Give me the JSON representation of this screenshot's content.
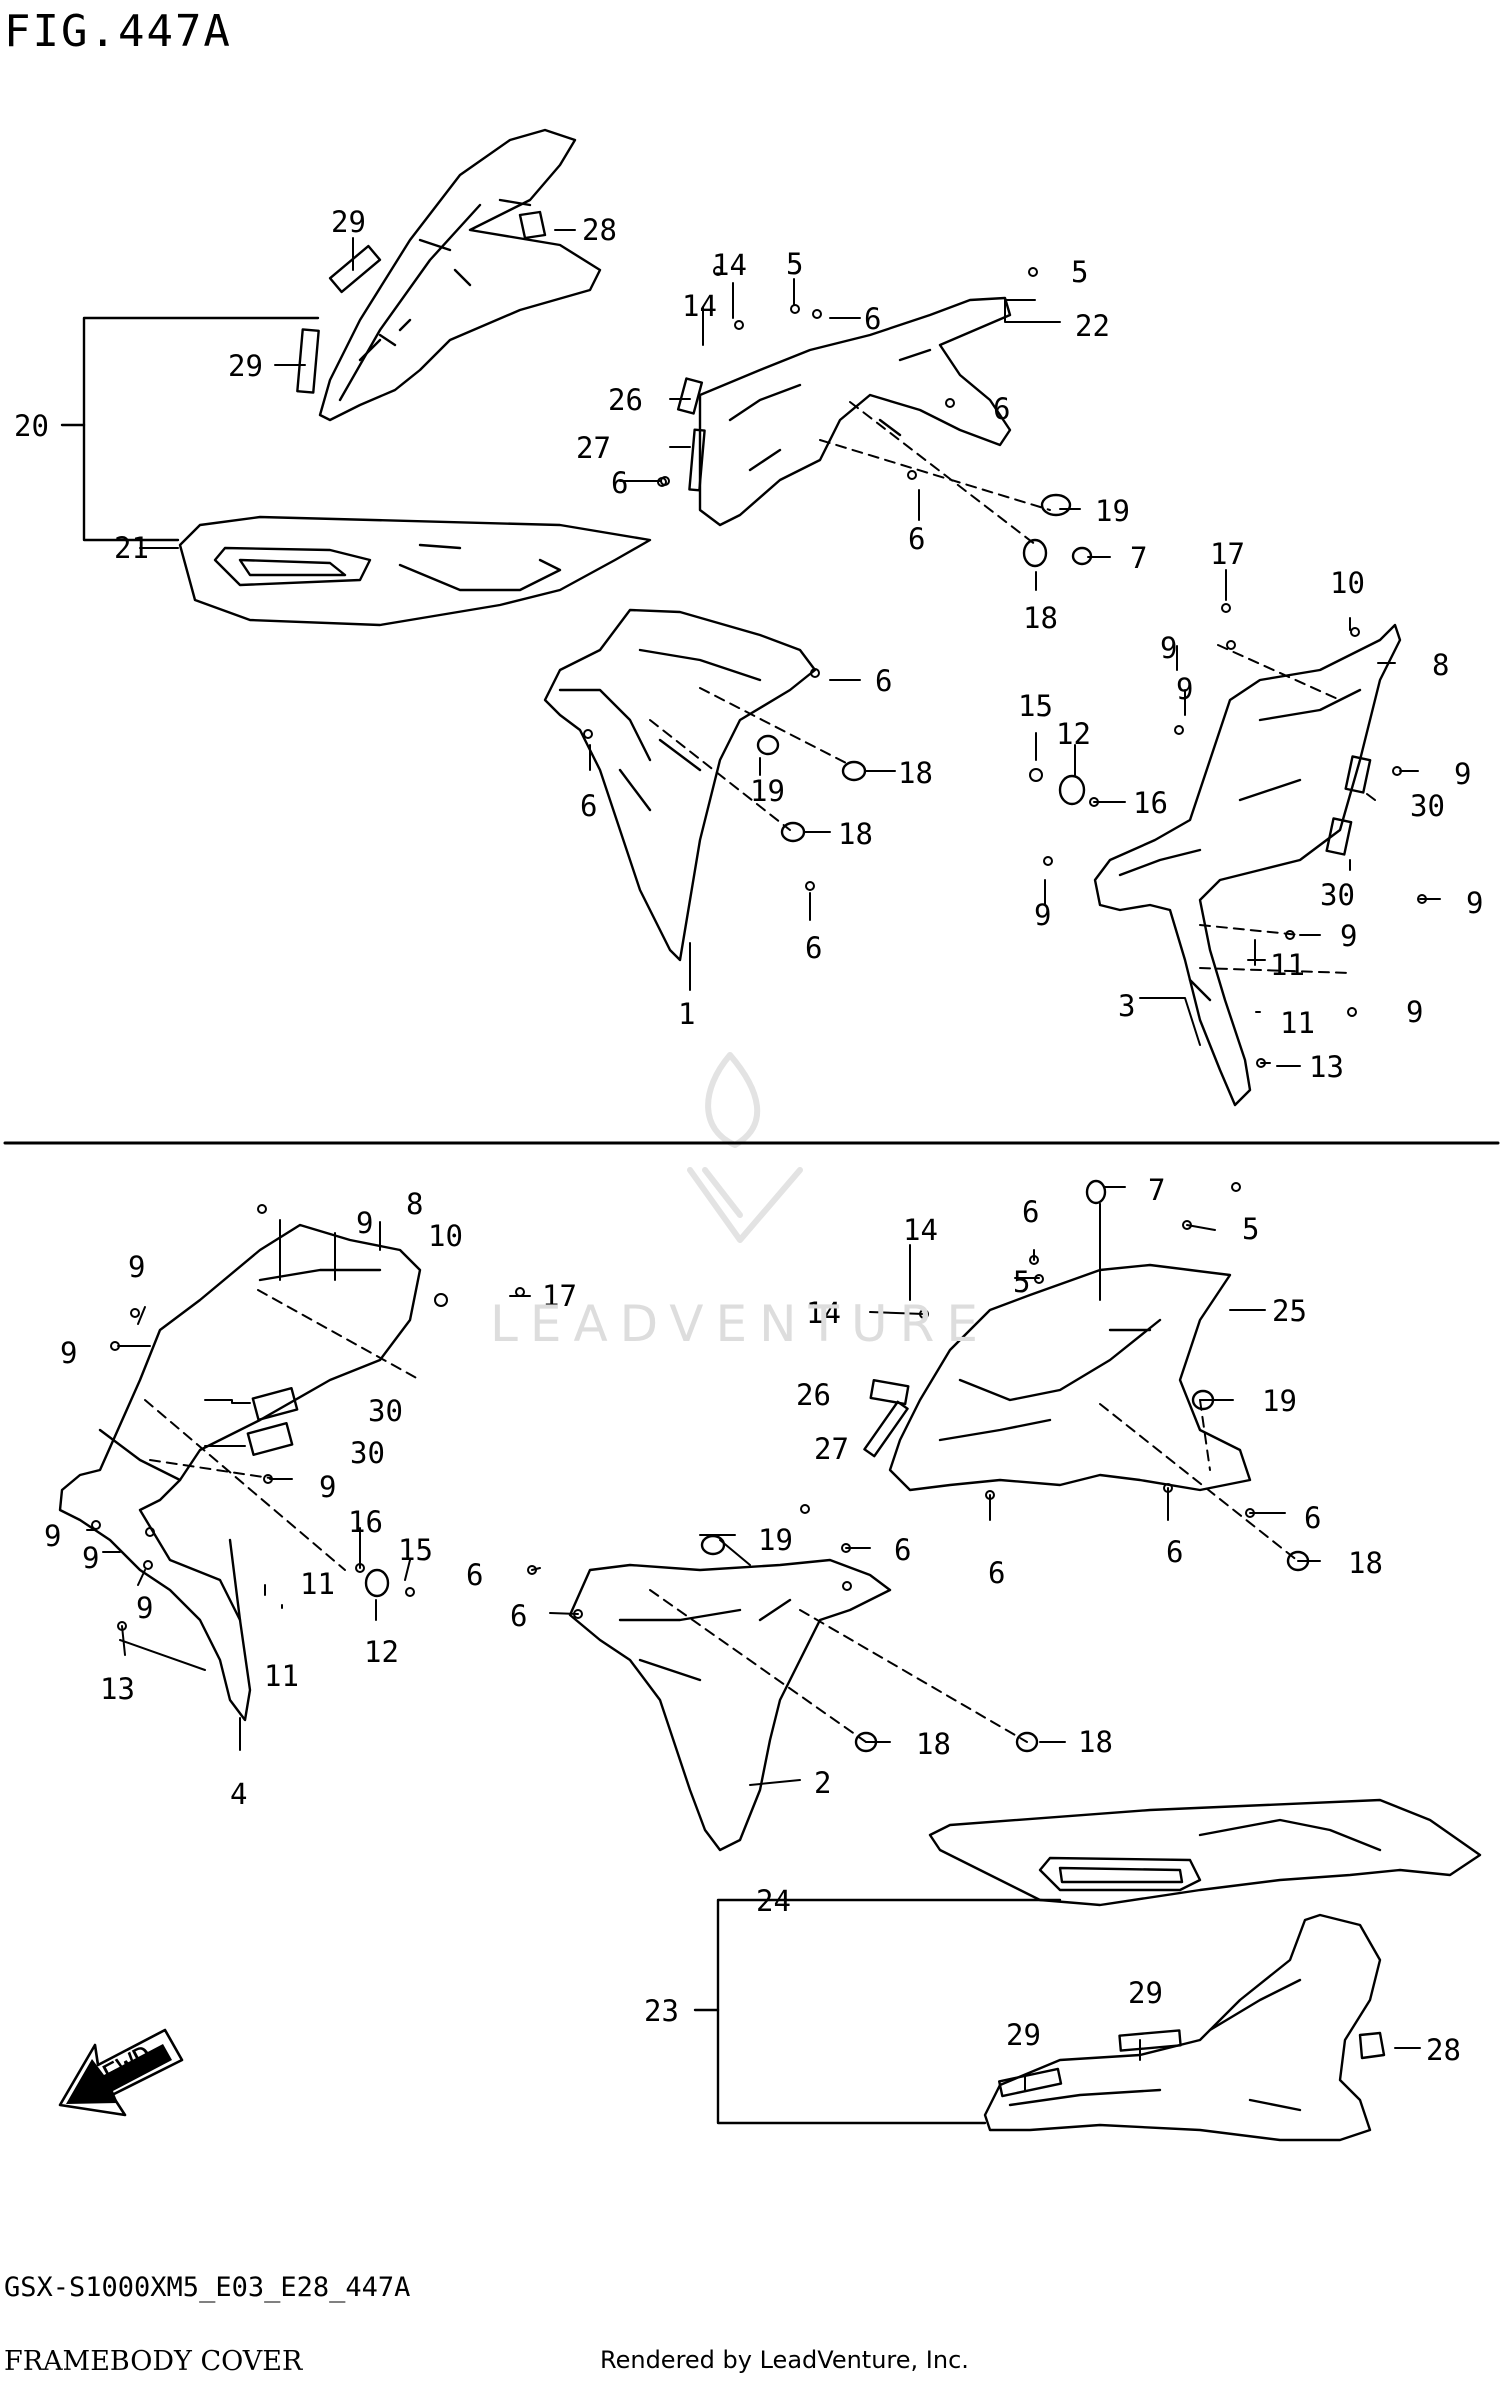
{
  "figure": {
    "title": "FIG.447A"
  },
  "footer": {
    "model_code": "GSX-S1000XM5_E03_E28_447A",
    "section_name": "FRAMEBODY COVER",
    "credit": "Rendered by LeadVenture, Inc."
  },
  "watermark": {
    "text": "LEADVENTURE"
  },
  "icons": {
    "fwd_arrow": "fwd-arrow-icon",
    "label": "FWD"
  },
  "labels": {
    "l29a": "29",
    "l28a": "28",
    "l29b": "29",
    "l20": "20",
    "l21": "21",
    "l14a": "14",
    "l5a": "5",
    "l5b": "5",
    "l6a": "6",
    "l22": "22",
    "l14b": "14",
    "l26a": "26",
    "l6b": "6",
    "l27a": "27",
    "l6c": "6",
    "l19a": "19",
    "l6d": "6",
    "l7a": "7",
    "l18a": "18",
    "l17a": "17",
    "l10a": "10",
    "l8a": "8",
    "l9a": "9",
    "l9b": "9",
    "l6e": "6",
    "l15a": "15",
    "l12a": "12",
    "l9c": "9",
    "l30a": "30",
    "l16a": "16",
    "l18b": "18",
    "l19b": "19",
    "l6f": "6",
    "l18c": "18",
    "l30b": "30",
    "l9d": "9",
    "l9e": "9",
    "l6g": "6",
    "l9f": "9",
    "l11a": "11",
    "l3": "3",
    "l11b": "11",
    "l9g": "9",
    "l13a": "13",
    "l1": "1",
    "l8b": "8",
    "l9h": "9",
    "l10b": "10",
    "l9i": "9",
    "l17b": "17",
    "l9j": "9",
    "l30c": "30",
    "l30d": "30",
    "l9k": "9",
    "l9l": "9",
    "l9m": "9",
    "l16b": "16",
    "l15b": "15",
    "l9n": "9",
    "l11c": "11",
    "l12b": "12",
    "l13b": "13",
    "l11d": "11",
    "l4": "4",
    "l7b": "7",
    "l14c": "14",
    "l6h": "6",
    "l5c": "5",
    "l5d": "5",
    "l25": "25",
    "l14d": "14",
    "l26b": "26",
    "l19c": "19",
    "l27b": "27",
    "l6i": "6",
    "l6j": "6",
    "l6k": "6",
    "l18d": "18",
    "l19d": "19",
    "l6l": "6",
    "l6m": "6",
    "l6n": "6",
    "l18e": "18",
    "l18f": "18",
    "l2": "2",
    "l24": "24",
    "l29c": "29",
    "l29d": "29",
    "l23": "23",
    "l28b": "28"
  }
}
